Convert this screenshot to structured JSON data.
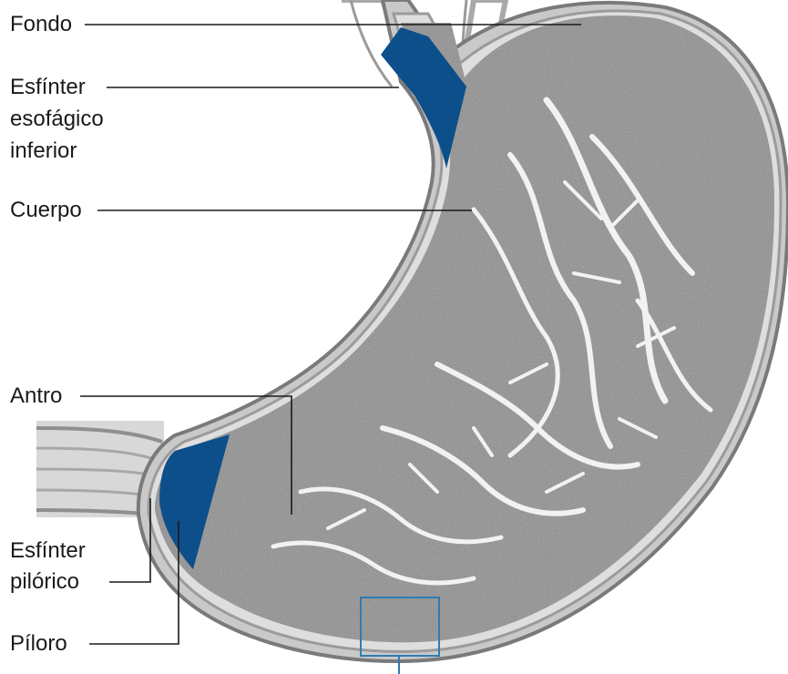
{
  "labels": {
    "fondo": "Fondo",
    "esfinter_esofagico_1": "Esfínter",
    "esfinter_esofagico_2": "esofágico",
    "esfinter_esofagico_3": "inferior",
    "cuerpo": "Cuerpo",
    "antro": "Antro",
    "esfinter_pilorico_1": "Esfínter",
    "esfinter_pilorico_2": "pilórico",
    "piloro": "Píloro"
  },
  "colors": {
    "sphincter": "#0d4f8a",
    "detail_box": "#2f7cb2",
    "mucosa": "#8c8c8c",
    "wall": "#bdbdbd",
    "leader": "#1a1a1a"
  }
}
